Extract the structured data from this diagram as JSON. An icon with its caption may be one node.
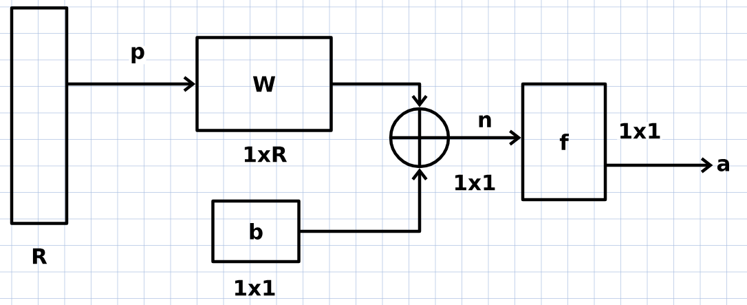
{
  "diagram": {
    "nodes": [
      {
        "text": [],
        "shape": "bar",
        "beside": [
          "R"
        ]
      },
      {
        "text": [
          "W"
        ],
        "beside": [
          "1xR"
        ]
      },
      {
        "text": [
          "b"
        ],
        "beside": [
          "1x1"
        ]
      },
      {
        "text": [],
        "shape": "circle"
      },
      {
        "text": [
          "f"
        ]
      },
      {
        "text": [
          "a"
        ]
      }
    ],
    "edges": [
      {
        "from": 0,
        "to": 1,
        "arrow": "to",
        "label": "p"
      },
      {
        "from": 1,
        "to": 3,
        "arrow": "to"
      },
      {
        "from": 2,
        "to": 3,
        "arrow": "to"
      },
      {
        "from": 3,
        "to": 4,
        "arrow": "to",
        "label": "n"
      },
      {
        "from": 4,
        "to": 5,
        "arrow": "to",
        "label": "1x1"
      }
    ],
    "labels": [
      "1x1"
    ]
  }
}
